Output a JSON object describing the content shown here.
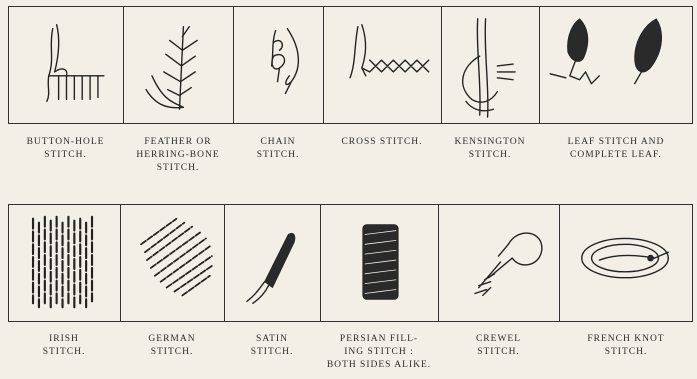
{
  "top_row": [
    {
      "id": "button-hole",
      "lines": [
        "BUTTON-HOLE",
        "STITCH."
      ]
    },
    {
      "id": "feather",
      "lines": [
        "FEATHER OR",
        "HERRING-BONE",
        "STITCH."
      ]
    },
    {
      "id": "chain",
      "lines": [
        "CHAIN",
        "STITCH."
      ]
    },
    {
      "id": "cross",
      "lines": [
        "CROSS STITCH."
      ]
    },
    {
      "id": "kensington",
      "lines": [
        "KENSINGTON",
        "STITCH."
      ]
    },
    {
      "id": "leaf",
      "lines": [
        "LEAF STITCH AND",
        "COMPLETE LEAF."
      ]
    }
  ],
  "bottom_row": [
    {
      "id": "irish",
      "lines": [
        "IRISH",
        "STITCH."
      ]
    },
    {
      "id": "german",
      "lines": [
        "GERMAN",
        "STITCH."
      ]
    },
    {
      "id": "satin",
      "lines": [
        "SATIN",
        "STITCH."
      ]
    },
    {
      "id": "persian",
      "lines": [
        "PERSIAN FILL-",
        "ING STITCH :",
        "BOTH SIDES ALIKE."
      ]
    },
    {
      "id": "crewel",
      "lines": [
        "CREWEL",
        "STITCH."
      ]
    },
    {
      "id": "french-knot",
      "lines": [
        "FRENCH KNOT",
        "STITCH."
      ]
    }
  ]
}
